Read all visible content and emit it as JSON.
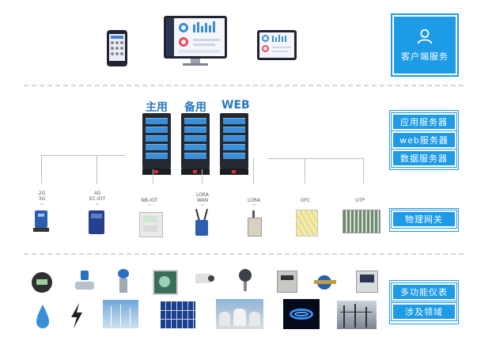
{
  "client": {
    "service_label": "客户端服务"
  },
  "servers": [
    {
      "label": "主用"
    },
    {
      "label": "备用"
    },
    {
      "label": "WEB"
    }
  ],
  "server_services": [
    "应用服务器",
    "web服务器",
    "数据服务器"
  ],
  "gateways": [
    {
      "label": "2G\n3G"
    },
    {
      "label": "4G\nEC-IOT"
    },
    {
      "label": "NB-IOT"
    },
    {
      "label": "LORA\nWAN"
    },
    {
      "label": "LORA"
    },
    {
      "label": "OFC"
    },
    {
      "label": "UTP"
    }
  ],
  "gateway_section": {
    "label": "物理网关"
  },
  "meters_section": {
    "label": "多功能仪表"
  },
  "domains_section": {
    "label": "涉及领域"
  },
  "colors": {
    "accent": "#1e9be6",
    "server_screen": "#3b8fd9",
    "server_body": "#25292f"
  },
  "icons": [
    "user-icon",
    "wifi-icon",
    "water-drop-icon",
    "lightning-icon"
  ]
}
